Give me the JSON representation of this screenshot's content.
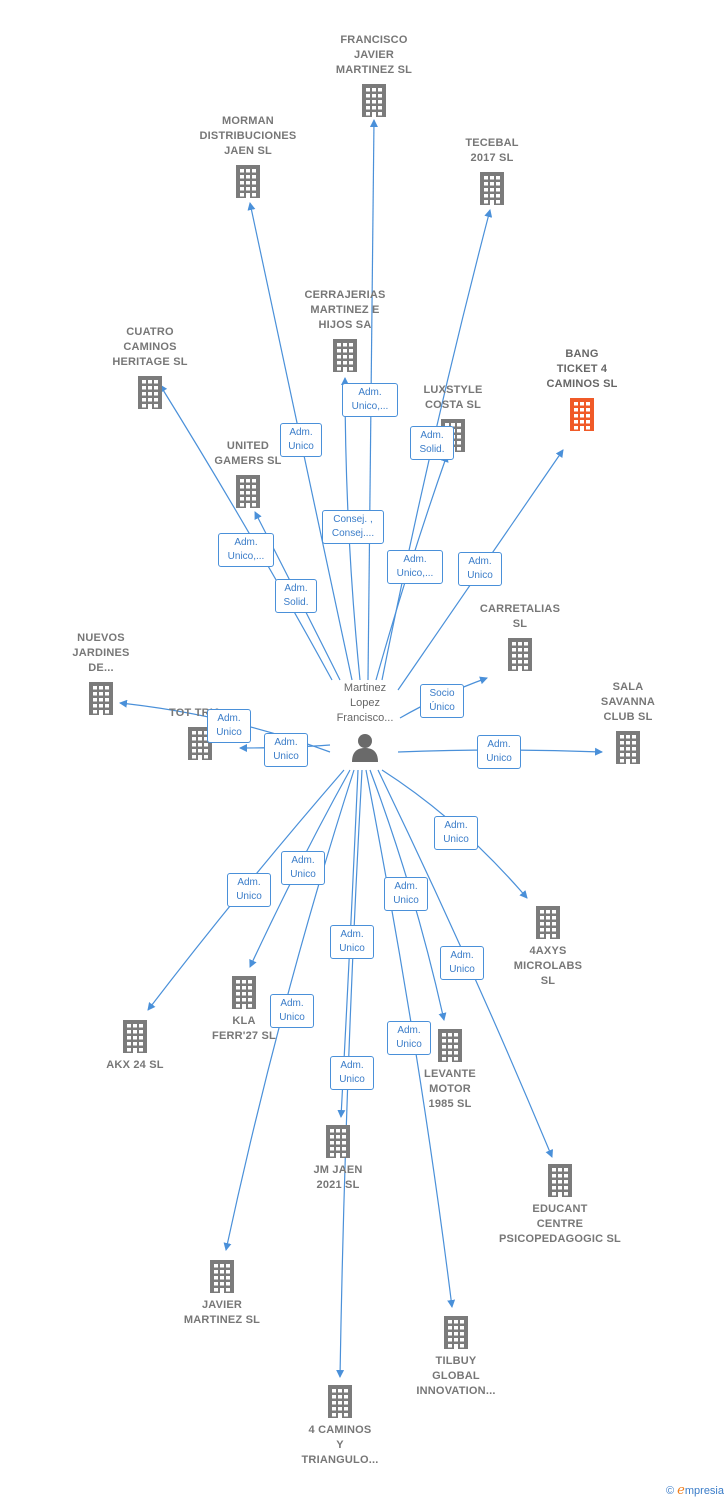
{
  "colors": {
    "edge": "#4a90d9",
    "building": "#7b7b7b",
    "building_highlight": "#f05a28",
    "text": "#777777"
  },
  "person": {
    "name": "Martinez\nLopez\nFrancisco...",
    "icon": "person-icon"
  },
  "companies": [
    {
      "id": "francisco",
      "label": "FRANCISCO\nJAVIER\nMARTINEZ  SL"
    },
    {
      "id": "morman",
      "label": "MORMAN\nDISTRIBUCIONES\nJAEN  SL"
    },
    {
      "id": "tecebal",
      "label": "TECEBAL\n2017  SL"
    },
    {
      "id": "cerrajerias",
      "label": "CERRAJERIAS\nMARTINEZ E\nHIJOS SA"
    },
    {
      "id": "cuatro",
      "label": "CUATRO\nCAMINOS\nHERITAGE  SL"
    },
    {
      "id": "bang",
      "label": "BANG\nTICKET 4\nCAMINOS  SL",
      "highlight": true
    },
    {
      "id": "luxstyle",
      "label": "LUXSTYLE\nCOSTA SL"
    },
    {
      "id": "united",
      "label": "UNITED\nGAMERS  SL"
    },
    {
      "id": "carretalias",
      "label": "CARRETALIAS\nSL"
    },
    {
      "id": "nuevos",
      "label": "NUEVOS\nJARDINES\nDE..."
    },
    {
      "id": "sala",
      "label": "SALA\nSAVANNA\nCLUB  SL"
    },
    {
      "id": "tot",
      "label": "TOT TRI&..."
    },
    {
      "id": "4axys",
      "label": "4AXYS\nMICROLABS\nSL"
    },
    {
      "id": "akx",
      "label": "AKX 24  SL"
    },
    {
      "id": "kla",
      "label": "KLA\nFERR'27  SL"
    },
    {
      "id": "levante",
      "label": "LEVANTE\nMOTOR\n1985  SL"
    },
    {
      "id": "jmjaen",
      "label": "JM JAEN\n2021  SL"
    },
    {
      "id": "educant",
      "label": "EDUCANT\nCENTRE\nPSICOPEDAGOGIC SL"
    },
    {
      "id": "javier",
      "label": "JAVIER\nMARTINEZ  SL"
    },
    {
      "id": "tilbuy",
      "label": "TILBUY\nGLOBAL\nINNOVATION..."
    },
    {
      "id": "4caminos",
      "label": "4 CAMINOS\nY\nTRIANGULO..."
    }
  ],
  "edge_labels": [
    {
      "id": "francisco",
      "text": "Adm.\nUnico,..."
    },
    {
      "id": "morman",
      "text": "Adm.\nUnico"
    },
    {
      "id": "tecebal",
      "text": "Adm.\nSolid."
    },
    {
      "id": "cerrajerias",
      "text": "Consej. ,\nConsej...."
    },
    {
      "id": "cuatro",
      "text": "Adm.\nUnico,..."
    },
    {
      "id": "united",
      "text": "Adm.\nSolid."
    },
    {
      "id": "luxstyle",
      "text": "Adm.\nUnico,..."
    },
    {
      "id": "bang",
      "text": "Adm.\nUnico"
    },
    {
      "id": "carretalias",
      "text": "Socio\nÚnico"
    },
    {
      "id": "nuevos",
      "text": "Adm.\nUnico"
    },
    {
      "id": "tot",
      "text": "Adm.\nUnico"
    },
    {
      "id": "sala",
      "text": "Adm.\nUnico"
    },
    {
      "id": "4axys",
      "text": "Adm.\nUnico"
    },
    {
      "id": "kla",
      "text": "Adm.\nUnico"
    },
    {
      "id": "akx",
      "text": "Adm.\nUnico"
    },
    {
      "id": "levante",
      "text": "Adm.\nUnico"
    },
    {
      "id": "jmjaen",
      "text": "Adm.\nUnico"
    },
    {
      "id": "educant",
      "text": "Adm.\nUnico"
    },
    {
      "id": "javier",
      "text": "Adm.\nUnico"
    },
    {
      "id": "tilbuy",
      "text": "Adm.\nUnico"
    },
    {
      "id": "4caminos",
      "text": "Adm.\nUnico"
    }
  ],
  "footer": {
    "copyright": "©",
    "brand_e": "e",
    "brand_rest": "mpresia"
  }
}
